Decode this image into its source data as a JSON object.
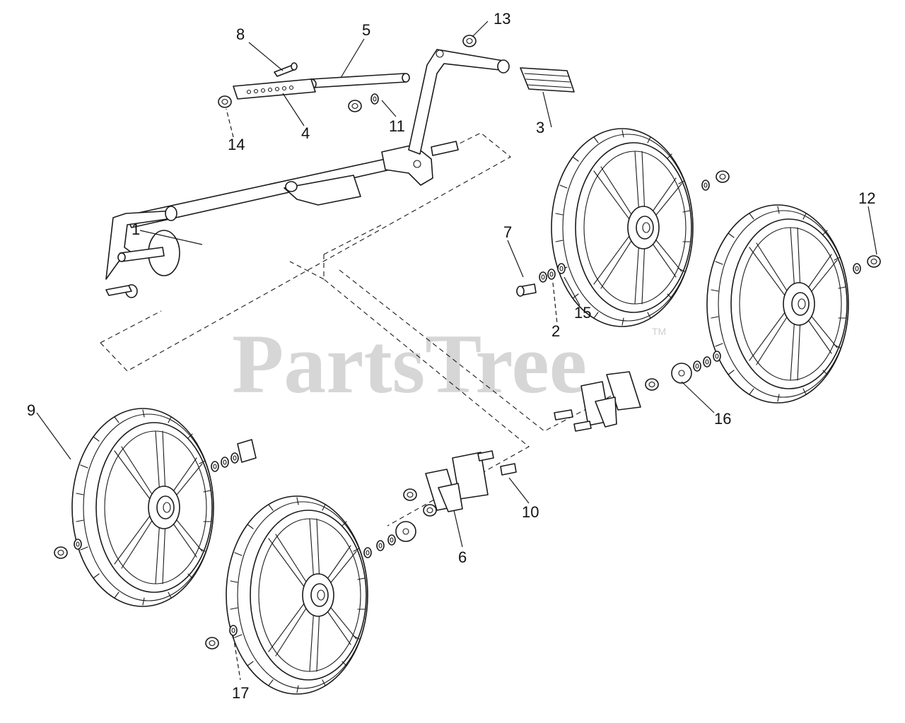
{
  "watermark": {
    "brand": "PartsTree",
    "trademark": "TM"
  },
  "callouts": [
    "1",
    "2",
    "3",
    "4",
    "5",
    "6",
    "7",
    "8",
    "9",
    "10",
    "11",
    "12",
    "13",
    "14",
    "15",
    "16",
    "17"
  ]
}
